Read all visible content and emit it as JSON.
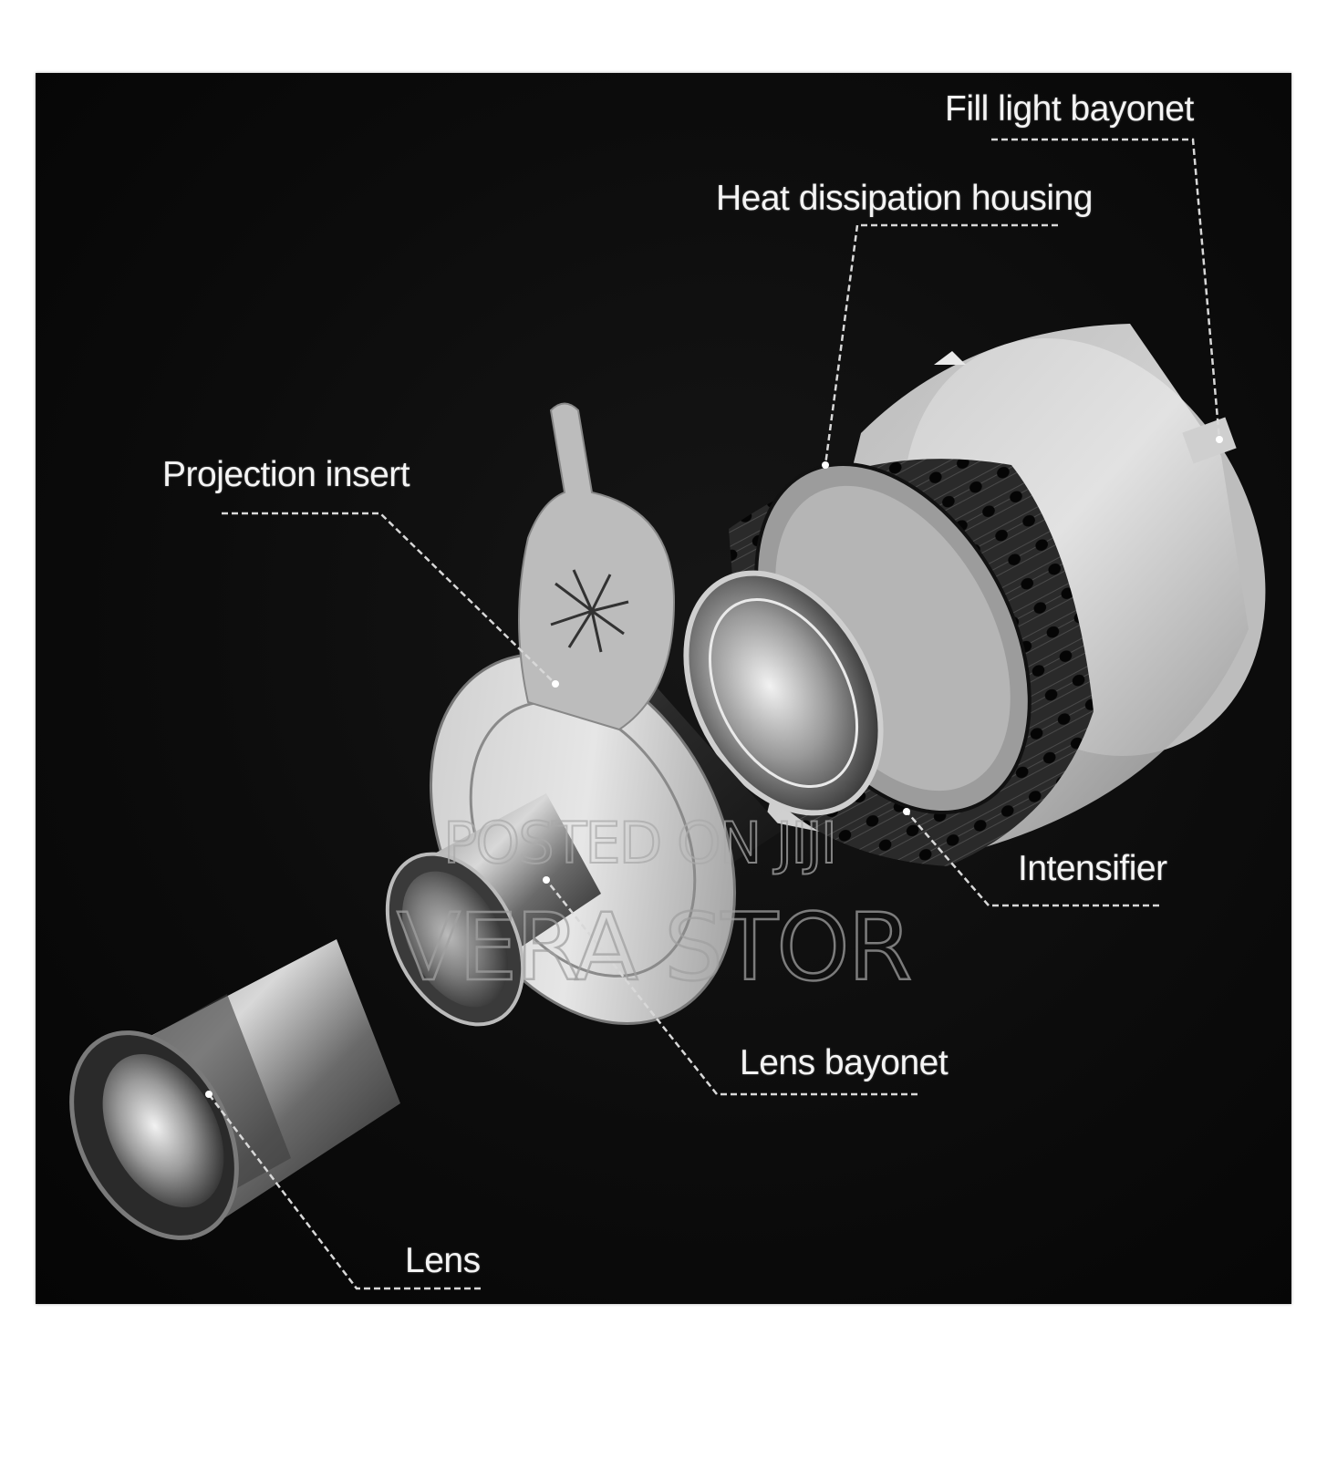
{
  "diagram": {
    "subject": "Exploded view of LED gobo projector lamp",
    "labels": [
      {
        "id": "fill-light-bayonet",
        "text": "Fill light bayonet"
      },
      {
        "id": "heat-dissipation-housing",
        "text": "Heat dissipation housing"
      },
      {
        "id": "projection-insert",
        "text": "Projection insert"
      },
      {
        "id": "intensifier",
        "text": "Intensifier"
      },
      {
        "id": "lens-bayonet",
        "text": "Lens bayonet"
      },
      {
        "id": "lens",
        "text": "Lens"
      }
    ],
    "leader_line_style": "dashed",
    "leader_line_color": "#d8d8d8"
  },
  "watermark": {
    "line1": "POSTED ON JIJI",
    "line2": "VERA STOR"
  },
  "colors": {
    "background": "#0a0a0a",
    "page": "#ffffff",
    "label_text": "#f4f4f4"
  }
}
